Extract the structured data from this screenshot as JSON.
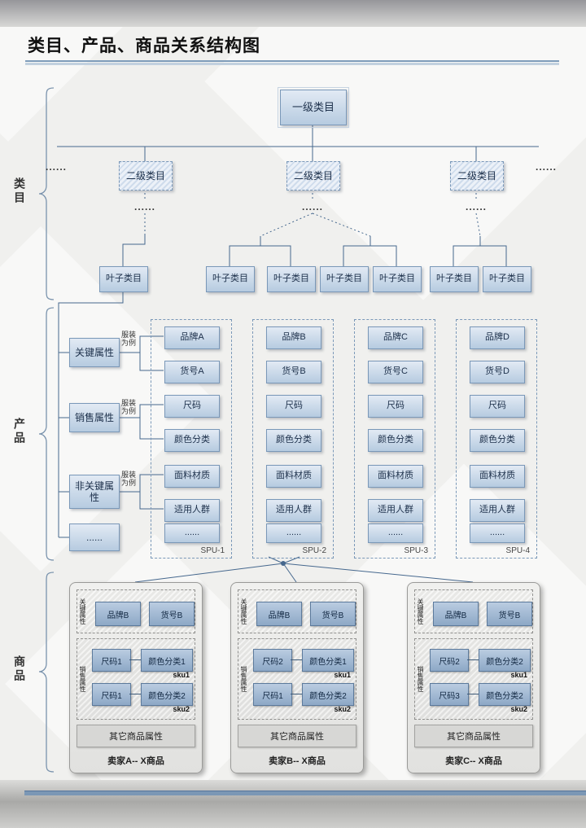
{
  "title": "类目、产品、商品关系结构图",
  "side_labels": {
    "category": "类目",
    "product": "产品",
    "commodity": "商品"
  },
  "category": {
    "level1": "一级类目",
    "level2": [
      "二级类目",
      "二级类目",
      "二级类目"
    ],
    "ellipsis": "......",
    "leaves": [
      "叶子类目",
      "叶子类目",
      "叶子类目",
      "叶子类目",
      "叶子类目",
      "叶子类目",
      "叶子类目"
    ]
  },
  "product": {
    "attr_groups": [
      {
        "label": "关键属性",
        "note": "服装为例"
      },
      {
        "label": "销售属性",
        "note": "服装为例"
      },
      {
        "label": "非关键属性",
        "note": "服装为例"
      },
      {
        "label": "......"
      }
    ],
    "spus": [
      {
        "name": "SPU-1",
        "rows": [
          "品牌A",
          "货号A",
          "尺码",
          "颜色分类",
          "面料材质",
          "适用人群",
          "......"
        ]
      },
      {
        "name": "SPU-2",
        "rows": [
          "品牌B",
          "货号B",
          "尺码",
          "颜色分类",
          "面料材质",
          "适用人群",
          "......"
        ]
      },
      {
        "name": "SPU-3",
        "rows": [
          "品牌C",
          "货号C",
          "尺码",
          "颜色分类",
          "面料材质",
          "适用人群",
          "......"
        ]
      },
      {
        "name": "SPU-4",
        "rows": [
          "品牌D",
          "货号D",
          "尺码",
          "颜色分类",
          "面料材质",
          "适用人群",
          "......"
        ]
      }
    ]
  },
  "commodity": {
    "sellers": [
      {
        "name": "卖家A-- X商品",
        "key_attr_label": "关键属性",
        "sales_attr_label": "销售属性",
        "brand": "品牌B",
        "item_no": "货号B",
        "skus": [
          {
            "size": "尺码1",
            "color": "颜色分类1",
            "label": "sku1"
          },
          {
            "size": "尺码1",
            "color": "颜色分类2",
            "label": "sku2"
          }
        ],
        "other_attrs": "其它商品属性"
      },
      {
        "name": "卖家B-- X商品",
        "key_attr_label": "关键属性",
        "sales_attr_label": "销售属性",
        "brand": "品牌B",
        "item_no": "货号B",
        "skus": [
          {
            "size": "尺码2",
            "color": "颜色分类1",
            "label": "sku1"
          },
          {
            "size": "尺码1",
            "color": "颜色分类2",
            "label": "sku2"
          }
        ],
        "other_attrs": "其它商品属性"
      },
      {
        "name": "卖家C-- X商品",
        "key_attr_label": "关键属性",
        "sales_attr_label": "销售属性",
        "brand": "品牌B",
        "item_no": "货号B",
        "skus": [
          {
            "size": "尺码2",
            "color": "颜色分类2",
            "label": "sku1"
          },
          {
            "size": "尺码3",
            "color": "颜色分类2",
            "label": "sku2"
          }
        ],
        "other_attrs": "其它商品属性"
      }
    ]
  }
}
